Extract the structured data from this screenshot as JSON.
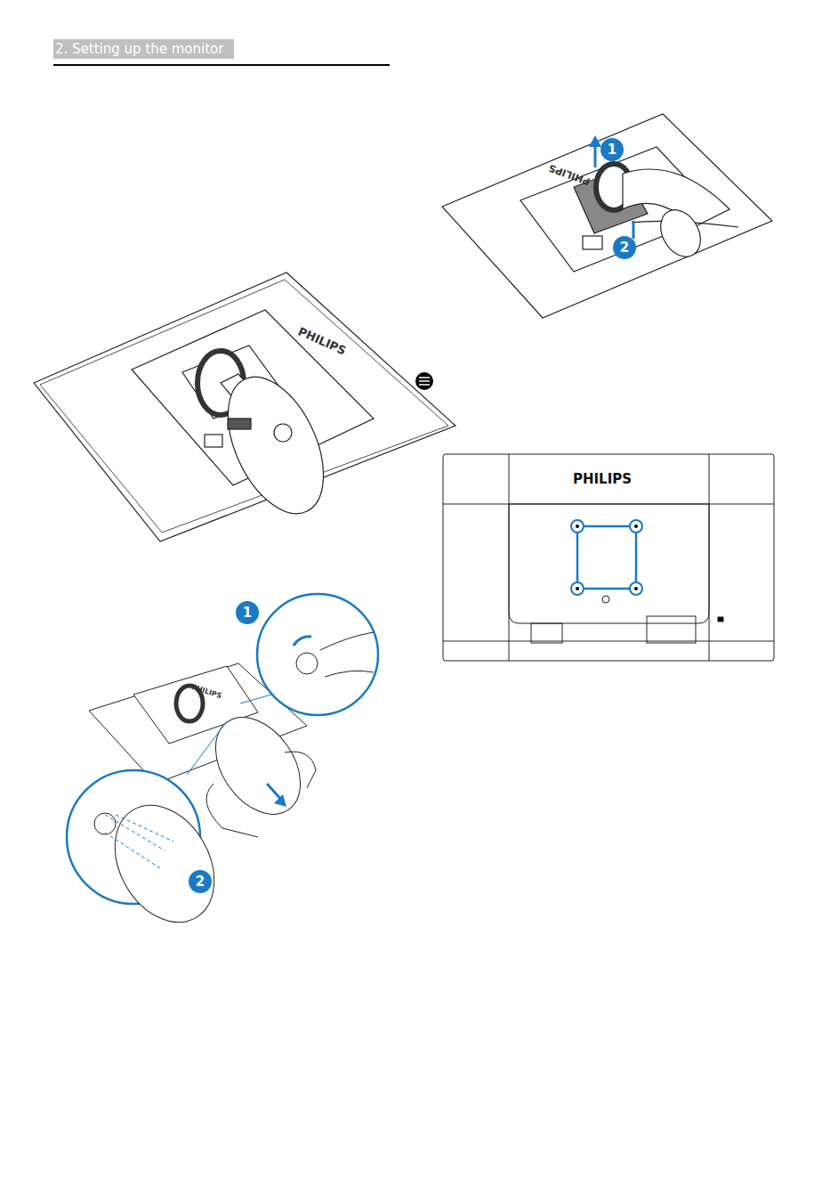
{
  "diagram": {
    "title": "2. Setting up the monitor",
    "labels": [
      "PHILIPS",
      "1",
      "2",
      "PHILIPS",
      "1",
      "2",
      "PHILIPS",
      "PHILIPS"
    ]
  }
}
